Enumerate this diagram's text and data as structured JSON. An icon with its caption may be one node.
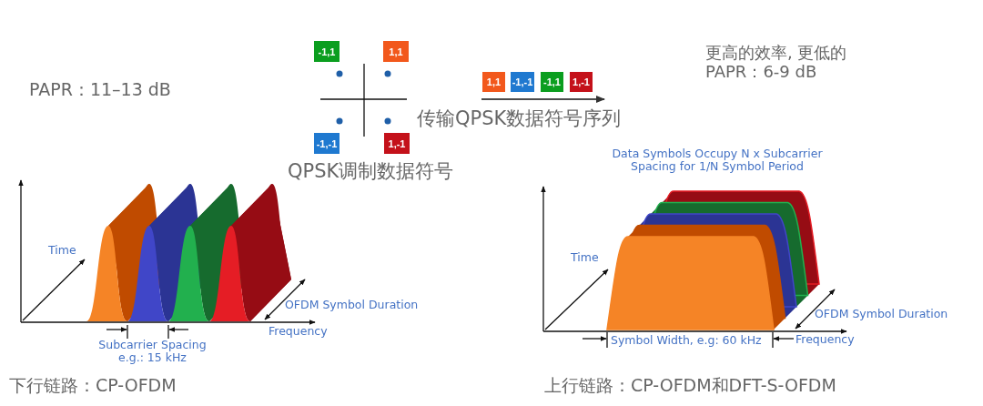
{
  "diagram": {
    "nodes": [
      {
        "text": [
          "-1,1"
        ]
      },
      {
        "text": [
          "1,1"
        ]
      },
      {
        "text": [
          "-1,-1"
        ]
      },
      {
        "text": [
          "1,-1"
        ]
      },
      {
        "text": [
          "1,1"
        ]
      },
      {
        "text": [
          "-1,-1"
        ]
      },
      {
        "text": [
          "-1,1"
        ]
      },
      {
        "text": [
          "1,-1"
        ]
      }
    ],
    "labels": [
      "PAPR：11–13 dB",
      "更高的效率, 更低的 PAPR：6-9 dB",
      "传输QPSK数据符号序列",
      "QPSK调制数据符号",
      "Data Symbols Occupy N x Subcarrier Spacing for 1/N Symbol Period",
      "Time",
      "OFDM Symbol Duration",
      "Frequency",
      "Subcarrier Spacing e.g.: 15 kHz",
      "Time",
      "OFDM Symbol Duration",
      "Symbol Width, e.g: 60 kHz",
      "Frequency",
      "下行链路：CP-OFDM",
      "上行链路：CP-OFDM和DFT-S-OFDM"
    ]
  }
}
